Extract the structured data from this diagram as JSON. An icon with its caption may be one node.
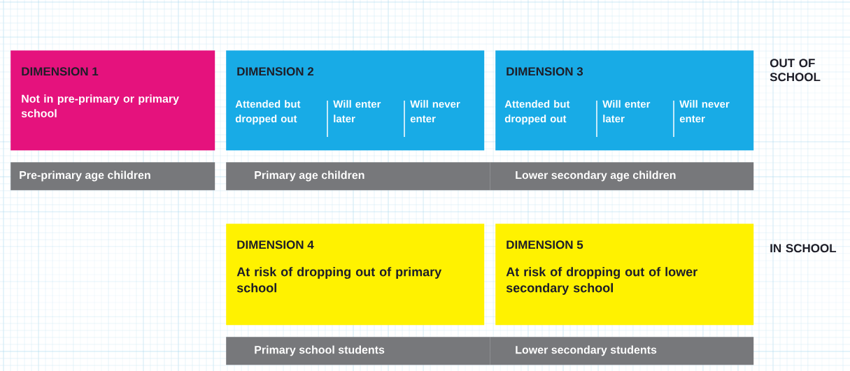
{
  "diagram": {
    "nodes": [
      {
        "text": [
          "DIMENSION 1",
          "Not in pre-primary or primary school"
        ]
      },
      {
        "text": [
          "DIMENSION 2",
          "Attended but dropped out",
          "Will enter later",
          "Will never enter"
        ]
      },
      {
        "text": [
          "DIMENSION 3",
          "Attended but dropped out",
          "Will enter later",
          "Will never enter"
        ]
      },
      {
        "text": [
          "Pre-primary age children"
        ]
      },
      {
        "text": [
          "Primary age children"
        ]
      },
      {
        "text": [
          "Lower secondary age children"
        ]
      },
      {
        "text": [
          "DIMENSION 4",
          "At risk of dropping out of primary school"
        ]
      },
      {
        "text": [
          "DIMENSION 5",
          "At risk of dropping out of lower secondary school"
        ]
      },
      {
        "text": [
          "Primary school students"
        ]
      },
      {
        "text": [
          "Lower secondary students"
        ]
      }
    ],
    "labels": [
      "OUT OF SCHOOL",
      "IN SCHOOL"
    ]
  }
}
